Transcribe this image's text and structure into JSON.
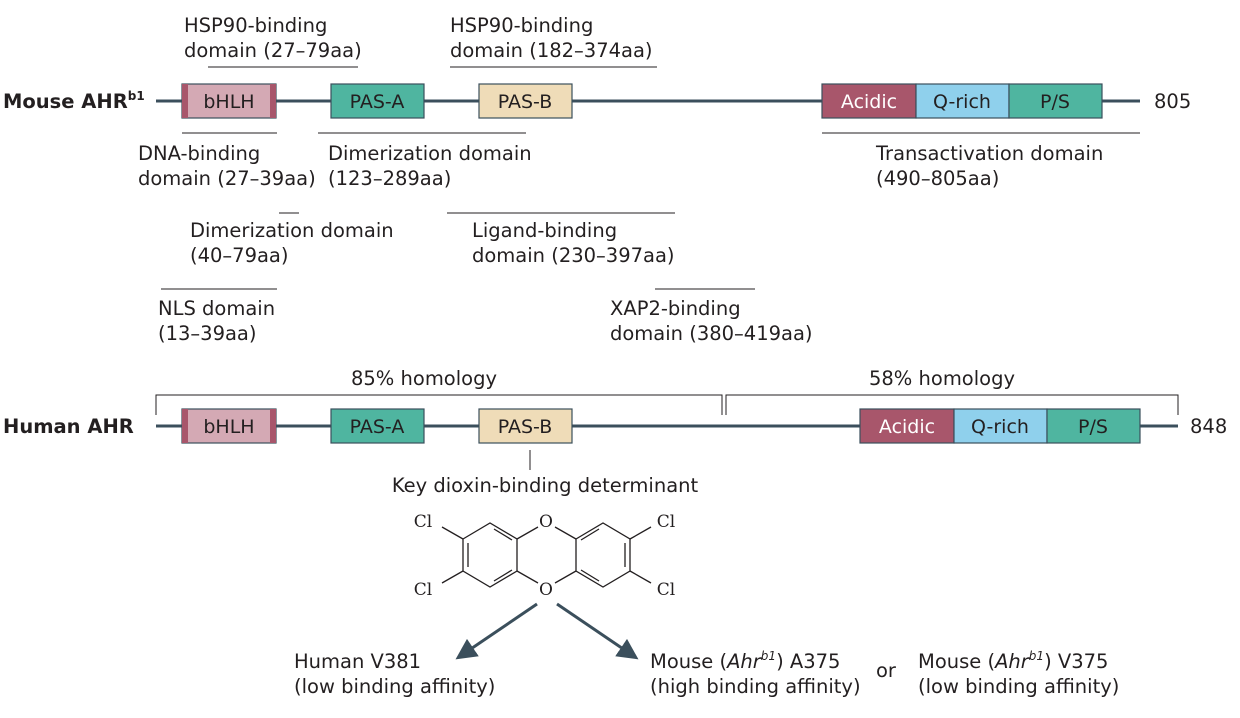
{
  "mouse": {
    "label": "Mouse AHR",
    "label_sup": "b1",
    "length": "805",
    "domains": [
      "bHLH",
      "PAS-A",
      "PAS-B",
      "Acidic",
      "Q-rich",
      "P/S"
    ]
  },
  "human": {
    "label": "Human AHR",
    "length": "848",
    "domains": [
      "bHLH",
      "PAS-A",
      "PAS-B",
      "Acidic",
      "Q-rich",
      "P/S"
    ]
  },
  "annotations": {
    "hsp90_a": [
      "HSP90-binding",
      "domain (27–79aa)"
    ],
    "hsp90_b": [
      "HSP90-binding",
      "domain (182–374aa)"
    ],
    "dna_binding": [
      "DNA-binding",
      "domain (27–39aa)"
    ],
    "dimerization_1": [
      "Dimerization domain",
      "(123–289aa)"
    ],
    "transactivation": [
      "Transactivation domain",
      "(490–805aa)"
    ],
    "dimerization_2": [
      "Dimerization domain",
      "(40–79aa)"
    ],
    "ligand_binding": [
      "Ligand-binding",
      "domain (230–397aa)"
    ],
    "nls": [
      "NLS domain",
      "(13–39aa)"
    ],
    "xap2": [
      "XAP2-binding",
      "domain (380–419aa)"
    ]
  },
  "homology": {
    "left": "85% homology",
    "right": "58% homology"
  },
  "key_determinant": "Key dioxin-binding determinant",
  "molecule": {
    "chlorine": "Cl",
    "oxygen": "O"
  },
  "outcomes": {
    "human": [
      "Human V381",
      "(low binding affinity)"
    ],
    "mouse_a": {
      "pre": "Mouse (",
      "italic": "Ahr",
      "sup": "b1",
      "post": ") A375",
      "line2": "(high binding affinity)"
    },
    "or": "or",
    "mouse_v": {
      "pre": "Mouse (",
      "italic": "Ahr",
      "sup": "b1",
      "post": ") V375",
      "line2": "(low binding affinity)"
    }
  },
  "colors": {
    "bhlh": "#d4a9b4",
    "pas": "#4fb5a0",
    "pas_b": "#efdcb8",
    "acidic": "#a8566b",
    "qrich": "#8fd0ec",
    "ps": "#4fb5a0",
    "line": "#3b4f5c"
  }
}
